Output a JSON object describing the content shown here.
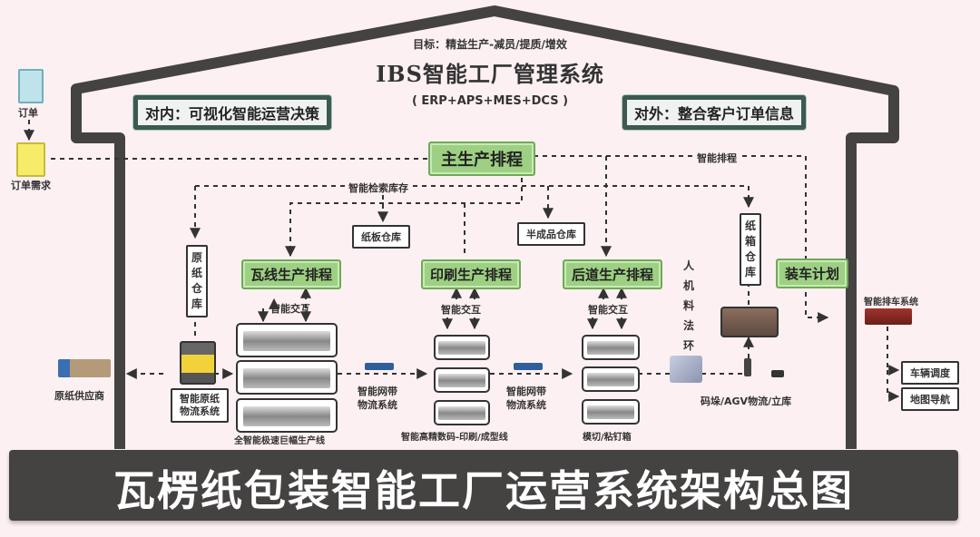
{
  "header": {
    "goal": "目标：精益生产-减员/提质/增效",
    "system_title": "IBS智能工厂管理系统",
    "system_subtitle": "( ERP+APS+MES+DCS )",
    "internal": "对内：可视化智能运营决策",
    "external": "对外：整合客户订单信息"
  },
  "order": {
    "order_label": "订单",
    "demand_label": "订单需求"
  },
  "scheduling": {
    "main": "主生产排程",
    "smart_inventory": "智能检索库存",
    "smart_schedule": "智能排程",
    "corrugator": "瓦线生产排程",
    "printing": "印刷生产排程",
    "finishing": "后道生产排程",
    "loading": "装车计划",
    "interaction": "智能交互"
  },
  "warehouses": {
    "raw_paper": "原纸仓库",
    "board": "纸板仓库",
    "semi_finished": "半成品仓库",
    "carton": "纸箱仓库"
  },
  "logistics": {
    "supplier": "原纸供应商",
    "raw_paper_system": [
      "智能原纸",
      "物流系统"
    ],
    "mesh_belt": [
      "智能网带",
      "物流系统"
    ],
    "stacking": "码垛/AGV物流/立库",
    "factors": "人机料法环"
  },
  "lines": {
    "corrugator_line": "全智能极速巨幅生产线",
    "printing_line": "智能高精数码-印刷/成型线",
    "finishing_line": "模切/粘钉箱"
  },
  "dispatch": {
    "system": "智能排车系统",
    "vehicle": "车辆调度",
    "map": "地图导航"
  },
  "banner": {
    "title": "瓦楞纸包装智能工厂运营系统架构总图"
  },
  "colors": {
    "background": "#fdf0f2",
    "outline": "#454242",
    "green": "#9ed083",
    "teal_border": "#3c5a52"
  }
}
